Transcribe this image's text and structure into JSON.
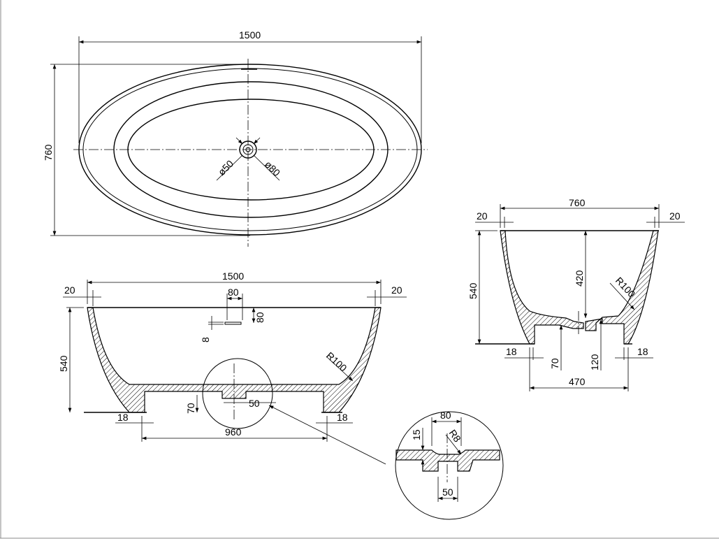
{
  "top_view": {
    "length": "1500",
    "width": "760",
    "drain_inner": "ø50",
    "drain_outer": "ø80"
  },
  "front_view": {
    "length": "1500",
    "rim_left": "20",
    "rim_right": "20",
    "overflow_width": "80",
    "overflow_height": "80",
    "overflow_slot": "8",
    "height": "540",
    "radius": "R100",
    "drain_depth": "70",
    "drain_width": "50",
    "foot_left": "18",
    "foot_right": "18",
    "foot_span": "960"
  },
  "side_view": {
    "width": "760",
    "rim_left": "20",
    "rim_right": "20",
    "height": "540",
    "inner_depth": "420",
    "radius": "R100",
    "foot_left": "18",
    "foot_right": "18",
    "drain_height": "70",
    "base_height": "120",
    "foot_span": "470"
  },
  "detail_view": {
    "top_width": "80",
    "thickness": "15",
    "radius": "R8",
    "hole_width": "50"
  }
}
